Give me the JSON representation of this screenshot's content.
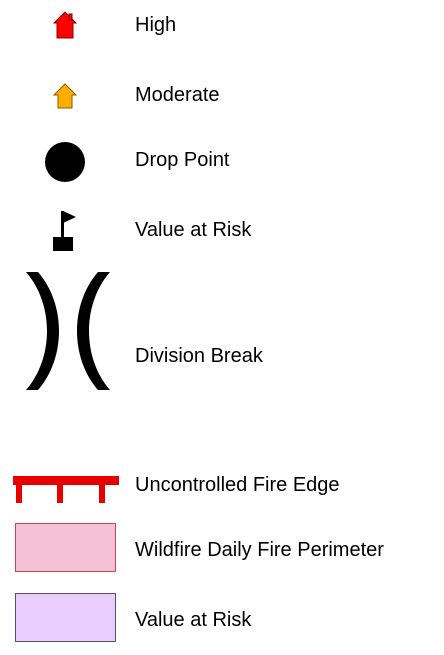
{
  "legend": {
    "items": [
      {
        "label": "High",
        "icon": "house-icon",
        "color": "#ff0000",
        "stroke": "#8b0000"
      },
      {
        "label": "Moderate",
        "icon": "house-icon",
        "color": "#ffae00",
        "stroke": "#8a5a00"
      },
      {
        "label": "Drop Point",
        "icon": "filled-circle-icon",
        "color": "#000000"
      },
      {
        "label": "Value at Risk",
        "icon": "flag-icon",
        "color": "#000000"
      },
      {
        "label": "Division Break",
        "icon": "division-break-icon",
        "color": "#000000"
      },
      {
        "label": "Uncontrolled Fire Edge",
        "icon": "fire-edge-line-icon",
        "color": "#e60000"
      },
      {
        "label": "Wildfire Daily Fire Perimeter",
        "fill": "#f4c2d4",
        "stroke": "#c8474f"
      },
      {
        "label": "Value at Risk",
        "fill": "#e8cdfd",
        "stroke": "#5a4f6a"
      }
    ]
  }
}
